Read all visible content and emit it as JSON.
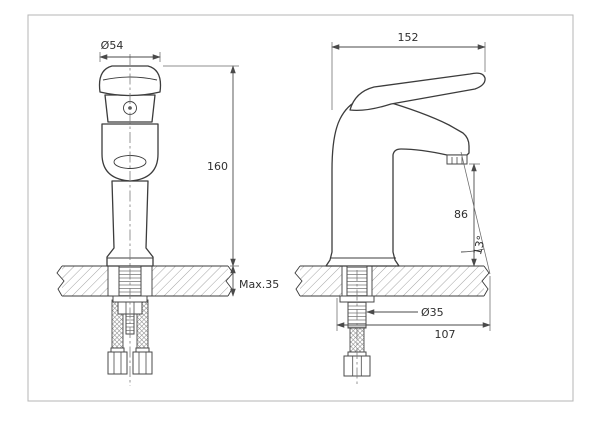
{
  "colors": {
    "line": "#3c3c3c",
    "dimension": "#4a4a4a",
    "hatch": "#9a9a9a",
    "background": "#ffffff",
    "frame": "#b5b5b5"
  },
  "front_view": {
    "dim_head_diameter": "Ø54",
    "dim_total_height": "160",
    "dim_counter_thickness": "Max.35"
  },
  "side_view": {
    "dim_overall_depth": "152",
    "dim_spout_height": "86",
    "dim_spout_angle": "13°",
    "dim_shank_diameter": "Ø35",
    "dim_base_reach": "107"
  }
}
